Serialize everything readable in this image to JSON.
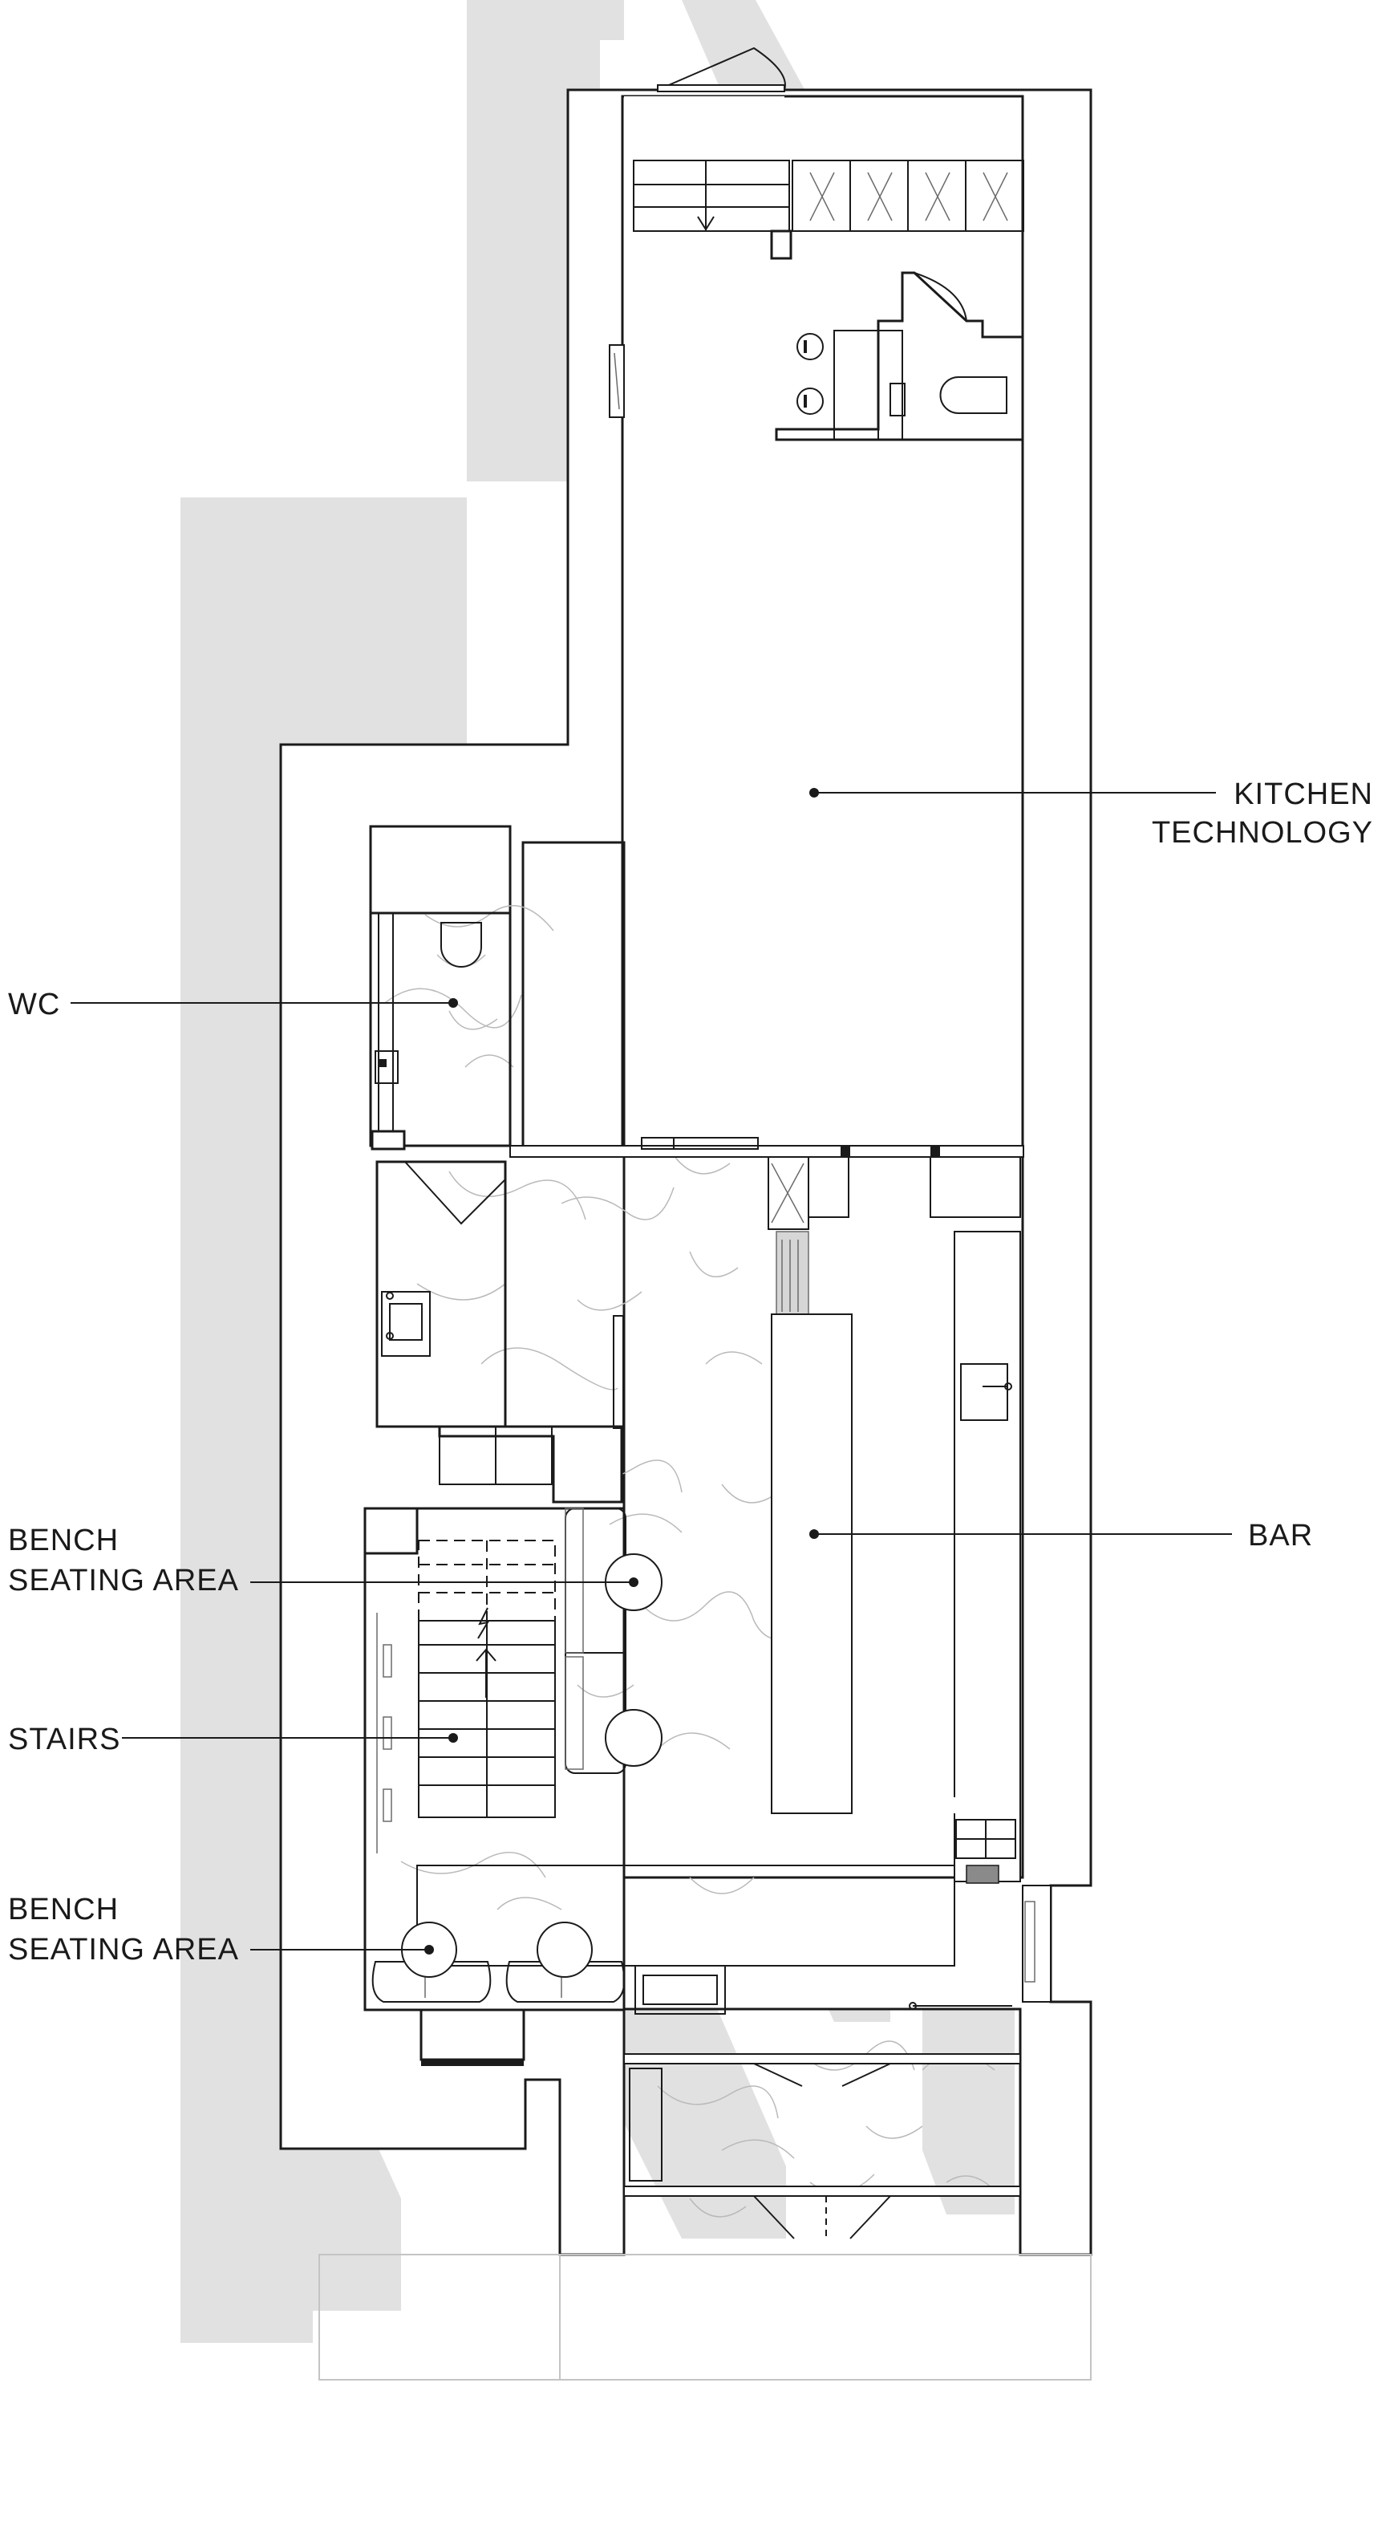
{
  "labels": {
    "kitchen_line1": "KITCHEN",
    "kitchen_line2": "TECHNOLOGY",
    "wc": "WC",
    "bench_top_line1": "BENCH",
    "bench_top_line2": "SEATING AREA",
    "stairs": "STAIRS",
    "bar": "BAR",
    "bench_bottom_line1": "BENCH",
    "bench_bottom_line2": "SEATING AREA"
  },
  "colors": {
    "wall_line": "#1a1a1a",
    "shadow": "#e1e1e1",
    "floor_texture": "#b9b9b9",
    "background": "#ffffff"
  }
}
